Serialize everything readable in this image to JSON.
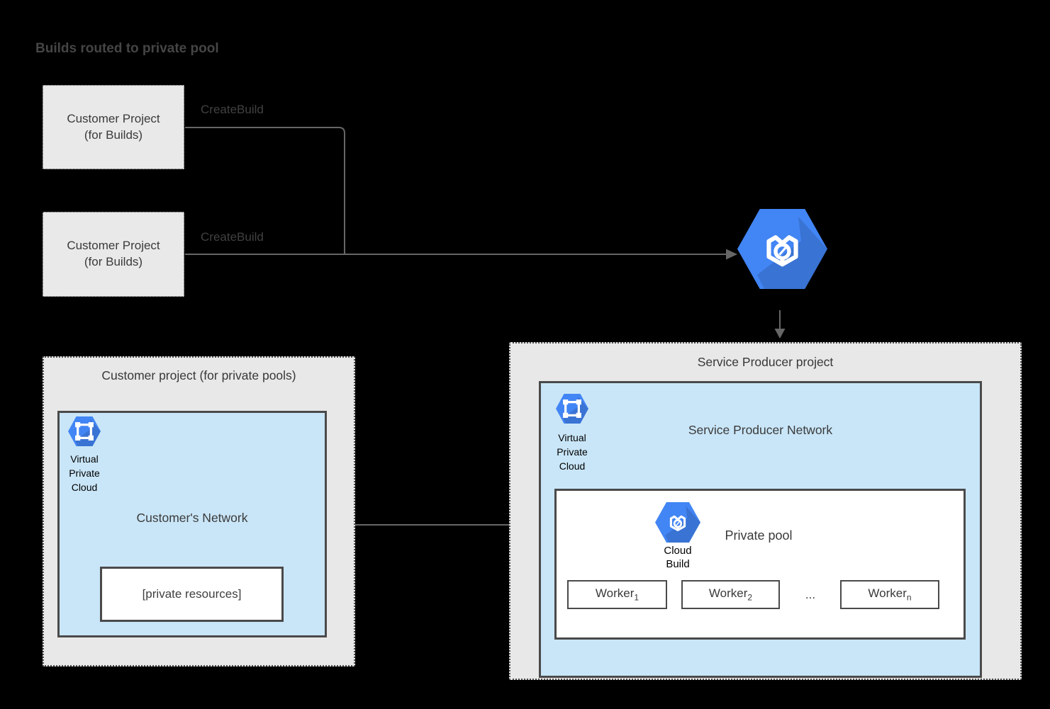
{
  "title": "Builds routed to private pool",
  "customer_build_boxes": [
    {
      "line1": "Customer Project",
      "line2": "(for Builds)"
    },
    {
      "line1": "Customer Project",
      "line2": "(for Builds)"
    }
  ],
  "edges": {
    "create_build_1": "CreateBuild",
    "create_build_2": "CreateBuild"
  },
  "service_producer": {
    "title": "Service Producer project",
    "network_label": "Service Producer Network",
    "vpc_caption": [
      "Virtual",
      "Private",
      "Cloud"
    ],
    "private_pool": {
      "label": "Private pool",
      "cloud_build_caption": [
        "Cloud",
        "Build"
      ],
      "workers": [
        {
          "base": "Worker",
          "sub": "1"
        },
        {
          "base": "Worker",
          "sub": "2"
        },
        {
          "base": "Worker",
          "sub": "n"
        }
      ],
      "ellipsis": "..."
    }
  },
  "customer_project": {
    "title": "Customer project (for private pools)",
    "network_label": "Customer's Network",
    "vpc_caption": [
      "Virtual",
      "Private",
      "Cloud"
    ],
    "private_resources_label": "[private resources]"
  },
  "colors": {
    "icon_blue": "#4285f4",
    "icon_blue_shade": "rgba(0,0,0,0.13)",
    "light_blue_fill": "#c9e6f8",
    "gray_fill": "#e8e8e8",
    "border_dark": "#4a4a4a",
    "line_gray": "#666666",
    "text_dark": "#3b3b3b",
    "background": "#000000"
  }
}
